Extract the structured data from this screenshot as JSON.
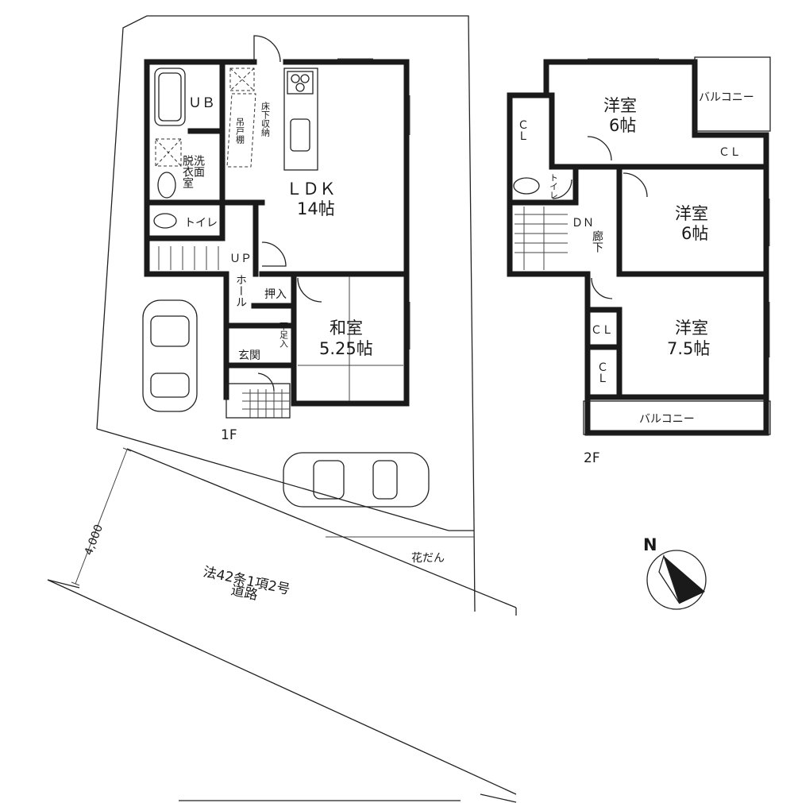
{
  "floor1": {
    "label": "1F",
    "rooms": {
      "ub": "ＵＢ",
      "senmen": "洗面",
      "datsuishitsu": "脱衣室",
      "toilet": "トイレ",
      "ldk_name": "ＬＤＫ",
      "ldk_size": "14帖",
      "yukashita": "床下収納",
      "tsuridana": "吊戸棚",
      "up": "ＵＰ",
      "hall": "ホール",
      "oshiire": "押入",
      "washitsu_name": "和室",
      "washitsu_size": "5.25帖",
      "getabako": "下足入",
      "genkan": "玄関"
    }
  },
  "floor2": {
    "label": "2F",
    "rooms": {
      "yoshitsu1_name": "洋室",
      "yoshitsu1_size": "6帖",
      "balcony_top": "バルコニー",
      "cl_left": "ＣＬ",
      "cl_top_right": "ＣＬ",
      "toilet": "トイレ",
      "yoshitsu2_name": "洋室",
      "yoshitsu2_size": "6帖",
      "dn": "ＤＮ",
      "rouka": "廊下",
      "cl_mid": "ＣＬ",
      "cl_low": "ＣＬ",
      "yoshitsu3_name": "洋室",
      "yoshitsu3_size": "7.5帖",
      "balcony_bottom": "バルコニー"
    }
  },
  "site": {
    "road_width": "4,000",
    "road_label_1": "法42条1項2号",
    "road_label_2": "道路",
    "flowerbed": "花だん"
  },
  "compass": {
    "label": "N"
  }
}
